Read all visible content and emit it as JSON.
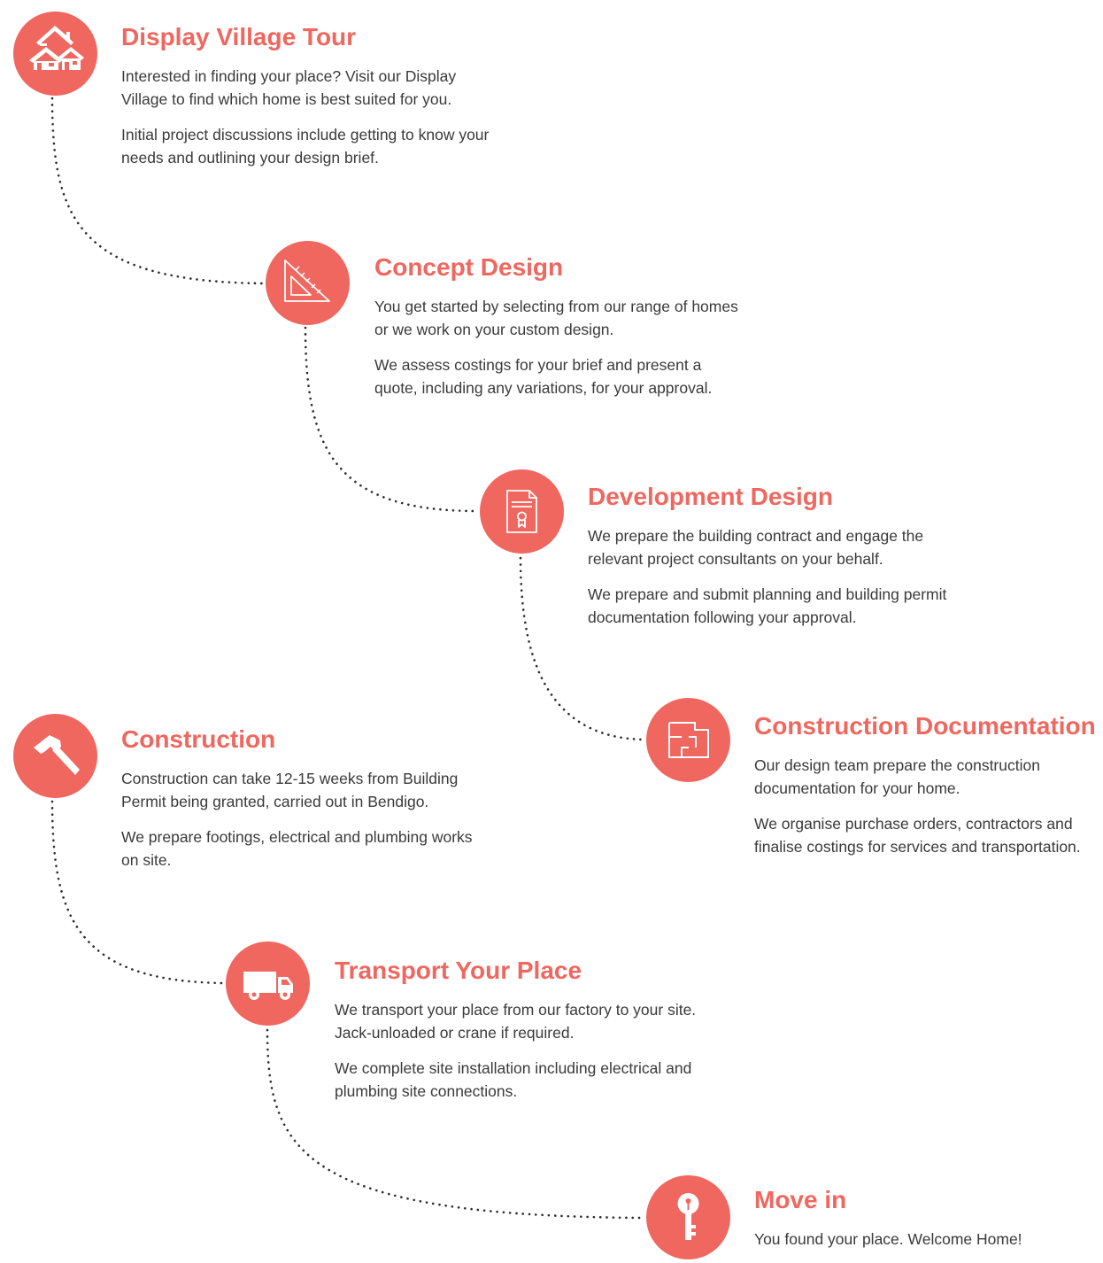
{
  "accent_color": "#f0675f",
  "steps": [
    {
      "icon": "houses-icon",
      "title": "Display Village Tour",
      "paragraphs": [
        "Interested in finding your place? Visit our Display Village to find which home is best suited for you.",
        "Initial project discussions include getting to know your needs and outlining your design brief."
      ]
    },
    {
      "icon": "set-square-icon",
      "title": "Concept Design",
      "paragraphs": [
        "You get started by selecting from our range of homes or we work on your custom design.",
        "We assess costings for your brief and present a quote, including any variations, for your approval."
      ]
    },
    {
      "icon": "certificate-document-icon",
      "title": "Development Design",
      "paragraphs": [
        "We prepare the building contract and engage the relevant project consultants on your behalf.",
        "We prepare and submit planning and building permit documentation following your approval."
      ]
    },
    {
      "icon": "floor-plan-icon",
      "title": "Construction Documentation",
      "paragraphs": [
        "Our design team prepare the construction documentation for your home.",
        "We organise purchase orders, contractors and finalise costings for services and transportation."
      ]
    },
    {
      "icon": "hammer-icon",
      "title": "Construction",
      "paragraphs": [
        "Construction can take 12-15 weeks from Building Permit being granted, carried out in Bendigo.",
        "We prepare footings, electrical and plumbing works on site."
      ]
    },
    {
      "icon": "truck-icon",
      "title": "Transport Your Place",
      "paragraphs": [
        "We transport your place from our factory to your site. Jack-unloaded or crane if required.",
        "We complete site installation including electrical and plumbing site connections."
      ]
    },
    {
      "icon": "key-icon",
      "title": "Move in",
      "paragraphs": [
        "You found your place. Welcome Home!"
      ]
    }
  ]
}
